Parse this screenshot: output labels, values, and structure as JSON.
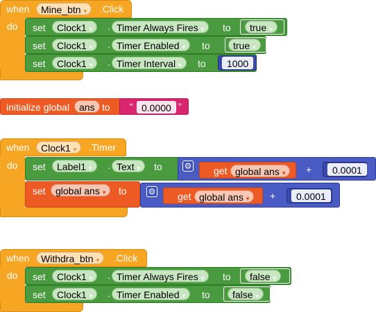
{
  "mine_event": {
    "when": "when",
    "component": "Mine_btn",
    "event": ".Click",
    "do": "do",
    "rows": [
      {
        "set": "set",
        "component": "Clock1",
        "dot": ".",
        "property": "Timer Always Fires",
        "to": "to",
        "value": "true"
      },
      {
        "set": "set",
        "component": "Clock1",
        "dot": ".",
        "property": "Timer Enabled",
        "to": "to",
        "value": "true"
      },
      {
        "set": "set",
        "component": "Clock1",
        "dot": ".",
        "property": "Timer Interval",
        "to": "to",
        "value": "1000"
      }
    ]
  },
  "global_init": {
    "label": "initialize global",
    "name": "ans",
    "to": "to",
    "open_quote": "“",
    "value": "0.0000",
    "close_quote": "”"
  },
  "timer_event": {
    "when": "when",
    "component": "Clock1",
    "event": ".Timer",
    "do": "do",
    "row1": {
      "set": "set",
      "component": "Label1",
      "dot": ".",
      "property": "Text",
      "to": "to",
      "get": "get",
      "var": "global ans",
      "op": "+",
      "value": "0.0001"
    },
    "row2": {
      "set": "set",
      "var": "global ans",
      "to": "to",
      "get": "get",
      "get_var": "global ans",
      "op": "+",
      "value": "0.0001"
    }
  },
  "withdraw_event": {
    "when": "when",
    "component": "Withdra_btn",
    "event": ".Click",
    "do": "do",
    "rows": [
      {
        "set": "set",
        "component": "Clock1",
        "dot": ".",
        "property": "Timer Always Fires",
        "to": "to",
        "value": "false"
      },
      {
        "set": "set",
        "component": "Clock1",
        "dot": ".",
        "property": "Timer Enabled",
        "to": "to",
        "value": "false"
      }
    ]
  },
  "icons": {
    "dropdown": "▾",
    "mutator": "⚙"
  },
  "colors": {
    "event": "#f6a623",
    "setter": "#4a9a3f",
    "math": "#4a5bc4",
    "variable": "#ee5a24",
    "text": "#d9266f"
  }
}
